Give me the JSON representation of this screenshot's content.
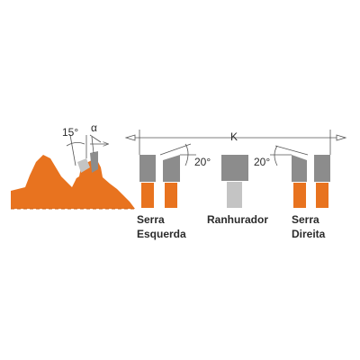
{
  "colors": {
    "blade": "#e8731f",
    "tooth_tip": "#8c8c8c",
    "tooth_tip_light": "#c4c4c4",
    "line": "#555555",
    "text": "#2b2b2b"
  },
  "blade_detail": {
    "angle_top": "15°",
    "angle_alpha": "α"
  },
  "dimension": {
    "label": "K"
  },
  "teeth": {
    "left_angle": "20°",
    "right_angle": "20°",
    "labels": {
      "left_line1": "Serra",
      "left_line2": "Esquerda",
      "middle": "Ranhurador",
      "right_line1": "Serra",
      "right_line2": "Direita"
    }
  }
}
